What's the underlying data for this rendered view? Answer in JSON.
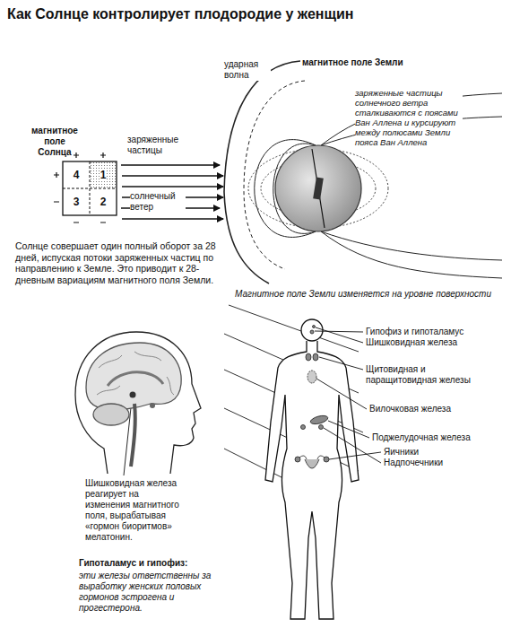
{
  "diagram": {
    "title": "Как Солнце контролирует плодородие у женщин",
    "nodes": [
      {
        "text": [
          "магнитное поле Солнца"
        ]
      },
      {
        "text": [
          "4"
        ],
        "in": 0
      },
      {
        "text": [
          "1"
        ],
        "in": 0
      },
      {
        "text": [
          "3"
        ],
        "in": 0
      },
      {
        "text": [
          "2"
        ],
        "in": 0
      },
      {
        "text": [
          "магнитное поле Земли"
        ]
      }
    ],
    "edges": [
      {
        "from": 0,
        "to": 5,
        "arrow": "to",
        "label": "заряженные частицы"
      },
      {
        "from": 0,
        "to": 5,
        "arrow": "to",
        "label": "солнечный ветер"
      }
    ],
    "labels": [
      "ударная волна",
      "заряженные частицы солнечного ветра сталкиваются с поясами Ван Аллена и курсируют между полюсами Земли пояса Ван Аллена",
      "Солнце совершает один полный оборот за 28 дней, испуская потоки заряженных частиц по направлению к Земле. Это приводит к 28-дневным вариациям магнитного поля Земли.",
      "Магнитное поле Земли изменяется на уровне поверхности",
      "Гипофиз и гипоталамус",
      "Шишковидная железа",
      "Щитовидная и паращитовидная железы",
      "Вилочковая железа",
      "Поджелудочная железа",
      "Яичники",
      "Надпочечники",
      "Шишковидная железа реагирует на изменения магнитного поля, вырабатывая «гормон биоритмов» мелатонин.",
      "Гипоталамус и гипофиз:",
      "эти железы ответственны за выработку женских половых гормонов эстрогена и прогестерона."
    ]
  }
}
